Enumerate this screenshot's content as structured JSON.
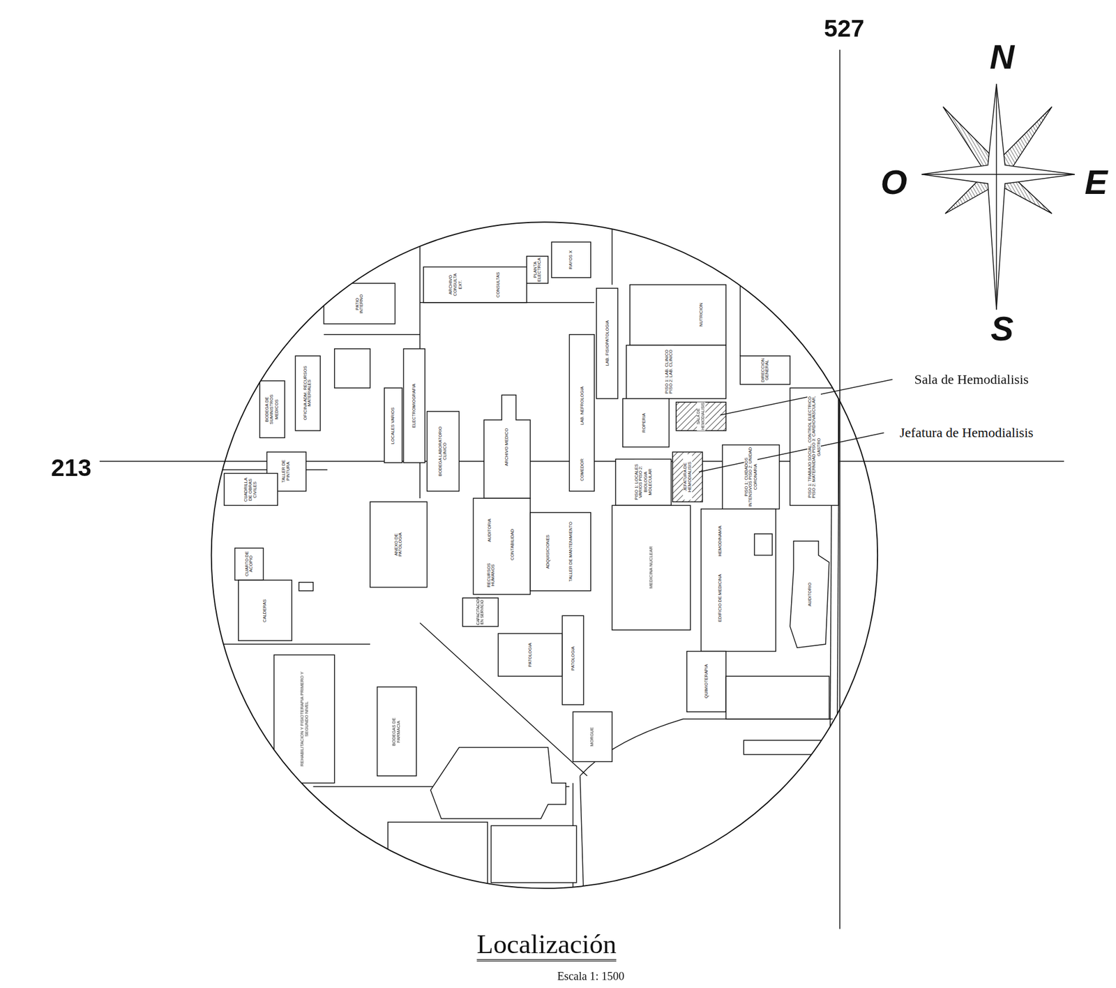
{
  "diagram": {
    "title": "Localización",
    "caption": "Escala 1: 1500",
    "labels": [
      "527",
      "213",
      "N",
      "O",
      "E",
      "S",
      "Sala de Hemodialisis",
      "Jefatura de Hemodialisis",
      "PATIO INTERNO",
      "ARCHIVO CONSULTA EXT.",
      "CONSULTAS",
      "PLANTA ELECTRICA",
      "RAYOS X",
      "LAB. FISIOPATOLOGIA",
      "LAB. NEFROLOGIA",
      "COMEDOR",
      "NUTRICION",
      "PISO 1: LAB. CLINICO PISO 2: LAB. CLINICO",
      "DIRECCION GENERAL",
      "ROPERIA",
      "SALA DE HEMODIALISIS",
      "JEFATURA DE HEMODIALISIS",
      "PISO 1: LOCALES VARIOS PISO 2: BIOLOGIA MOLECULAR",
      "PISO 1: CUIDADOS INTENSIVOS PISO 2: UNIDAD CORONARIA",
      "PISO 1: TRABAJO SOCIAL, CONTROL ELECTRICO PISO 2: MATERNIDAD PISO 3: CARDIOVASCULAR, GASTRO",
      "BODEGA DE SUMINISTROS MEDICOS",
      "OFICINA ADM. RECURSOS MATERIALES",
      "TALLER DE PINTURA",
      "CUADRILLA DE OBRAS CIVILES",
      "LOCALES VARIOS",
      "ELECTROMIOGRAFIA",
      "BODEGA LABORATORIO CLINICO",
      "ARCHIVO MEDICO",
      "AUDITORIA",
      "CONTABILIDAD",
      "RECURSOS HUMANOS",
      "ADQUISICIONES",
      "TALLER DE MANTENIMIENTO",
      "ANEXO DE PATOLOGIA",
      "CAPACITACION EN SERVICIO",
      "PATOLOGIA",
      "PATOLOGIA",
      "MEDICINA NUCLEAR",
      "HEMODINAMIA",
      "EDIFICIO DE MEDICINA",
      "AUDITORIO",
      "QUIMIOTERAPIA",
      "CUARTO DE ACOPIO",
      "CALDERAS",
      "REHABILITACION Y FISIOTERAPIA PRIMERO Y SEGUNDO NIVEL",
      "BODEGAS DE FARMACIA",
      "MORGUE"
    ]
  }
}
